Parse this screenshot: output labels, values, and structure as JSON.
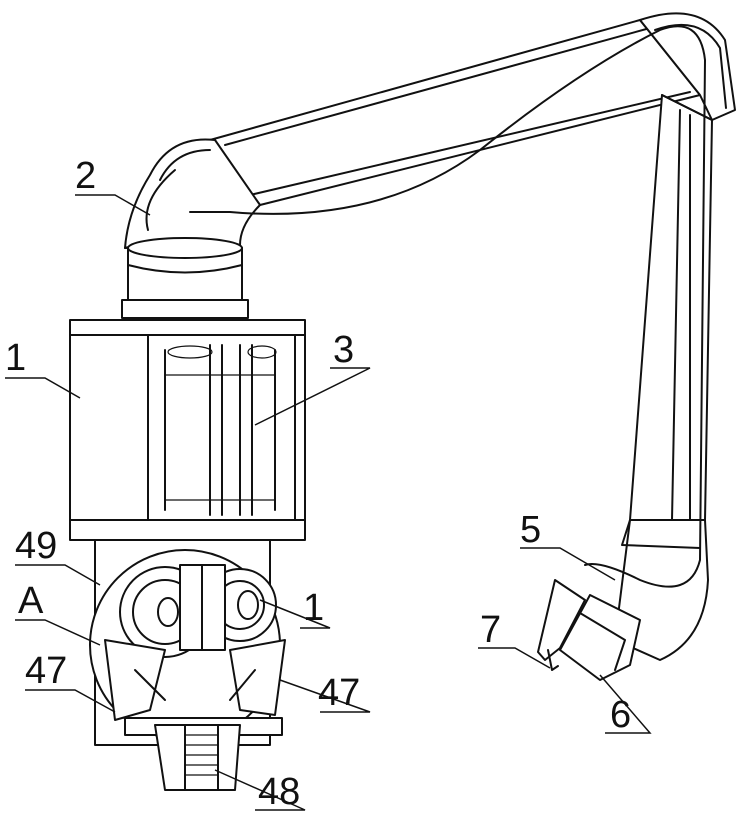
{
  "labels": {
    "l1a": "1",
    "l2": "2",
    "l3": "3",
    "l49": "49",
    "lA": "A",
    "l1b": "1",
    "l47a": "47",
    "l47b": "47",
    "l48": "48",
    "l5": "5",
    "l7": "7",
    "l6": "6"
  }
}
